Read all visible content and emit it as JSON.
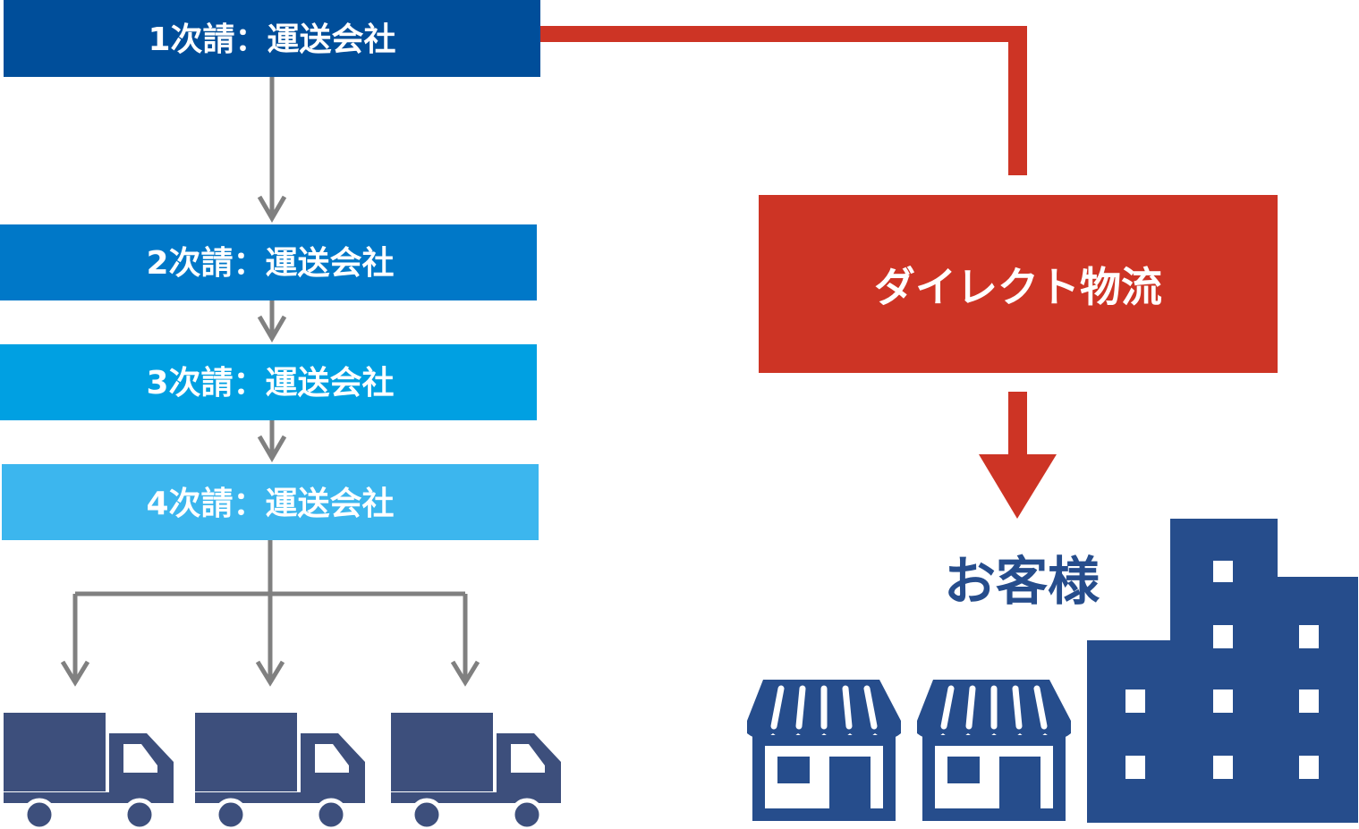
{
  "tiers": [
    {
      "label": "1次請：運送会社",
      "color": "#004e9a"
    },
    {
      "label": "2次請：運送会社",
      "color": "#0078c8"
    },
    {
      "label": "3次請：運送会社",
      "color": "#00a0e2"
    },
    {
      "label": "4次請：運送会社",
      "color": "#3cb6ee"
    }
  ],
  "direct": {
    "label": "ダイレクト物流",
    "color": "#cd3425"
  },
  "customer": {
    "label": "お客様",
    "color": "#264d8c"
  },
  "colors": {
    "arrow_gray": "#808080",
    "truck": "#3d4f7c",
    "white": "#ffffff"
  },
  "icons": {
    "truck": "truck-icon",
    "shop": "storefront-icon",
    "building": "office-building-icon"
  }
}
